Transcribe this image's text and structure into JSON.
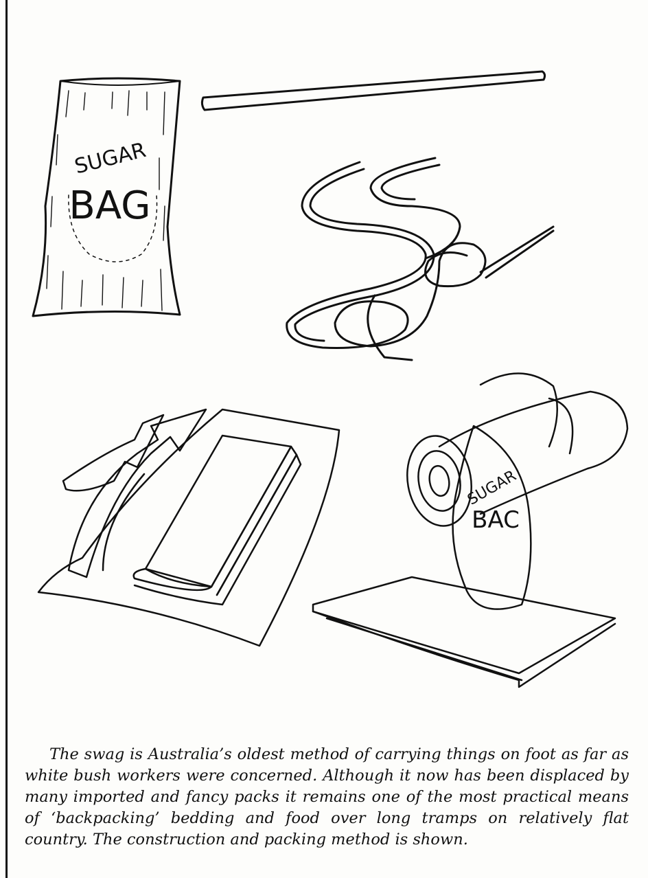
{
  "illustrations": {
    "sugar_bag_label_top": "SUGAR",
    "sugar_bag_label_bottom": "BAG",
    "rolled_bag_label_top": "SUGAR",
    "rolled_bag_label_bottom": "BAC"
  },
  "caption": "The swag is Australia’s oldest method of carrying things on foot as far as white bush workers were concerned. Although it now has been displaced by many imported and fancy packs it remains one of the most practical means of ‘backpacking’ bedding and food over long tramps on relatively flat country. The construction and packing method is shown."
}
